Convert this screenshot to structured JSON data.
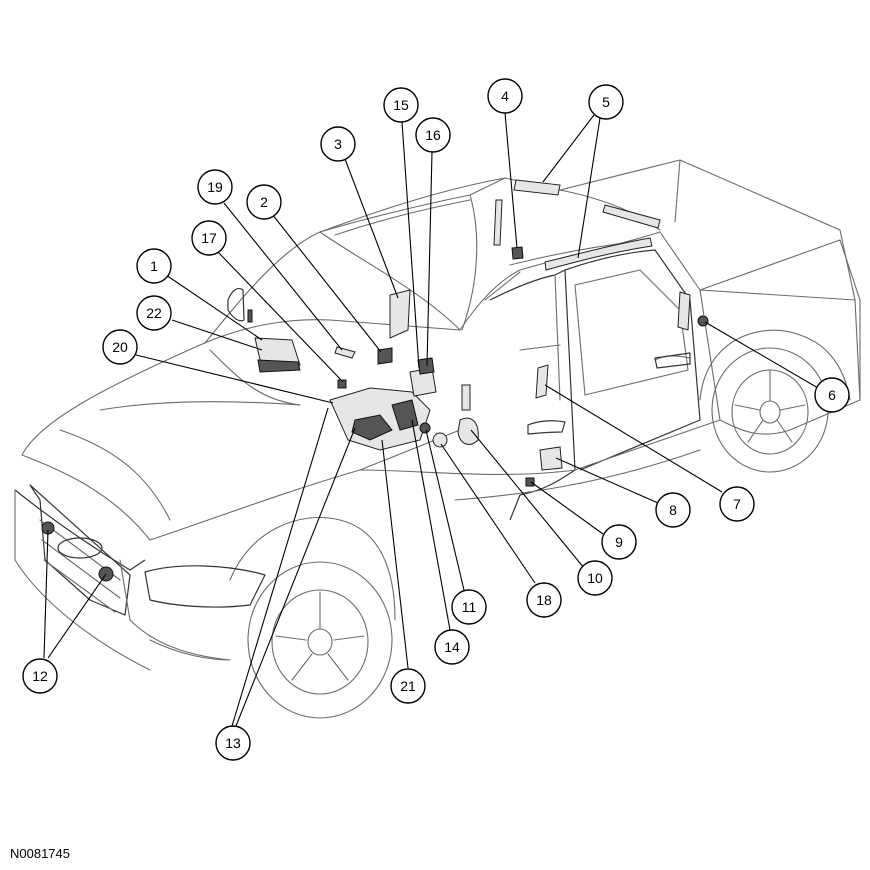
{
  "figure_id": "N0081745",
  "callouts": [
    {
      "label": "1"
    },
    {
      "label": "2"
    },
    {
      "label": "3"
    },
    {
      "label": "4"
    },
    {
      "label": "5"
    },
    {
      "label": "6"
    },
    {
      "label": "7"
    },
    {
      "label": "8"
    },
    {
      "label": "9"
    },
    {
      "label": "10"
    },
    {
      "label": "11"
    },
    {
      "label": "12"
    },
    {
      "label": "13"
    },
    {
      "label": "14"
    },
    {
      "label": "15"
    },
    {
      "label": "16"
    },
    {
      "label": "17"
    },
    {
      "label": "18"
    },
    {
      "label": "19"
    },
    {
      "label": "20"
    },
    {
      "label": "21"
    },
    {
      "label": "22"
    }
  ]
}
